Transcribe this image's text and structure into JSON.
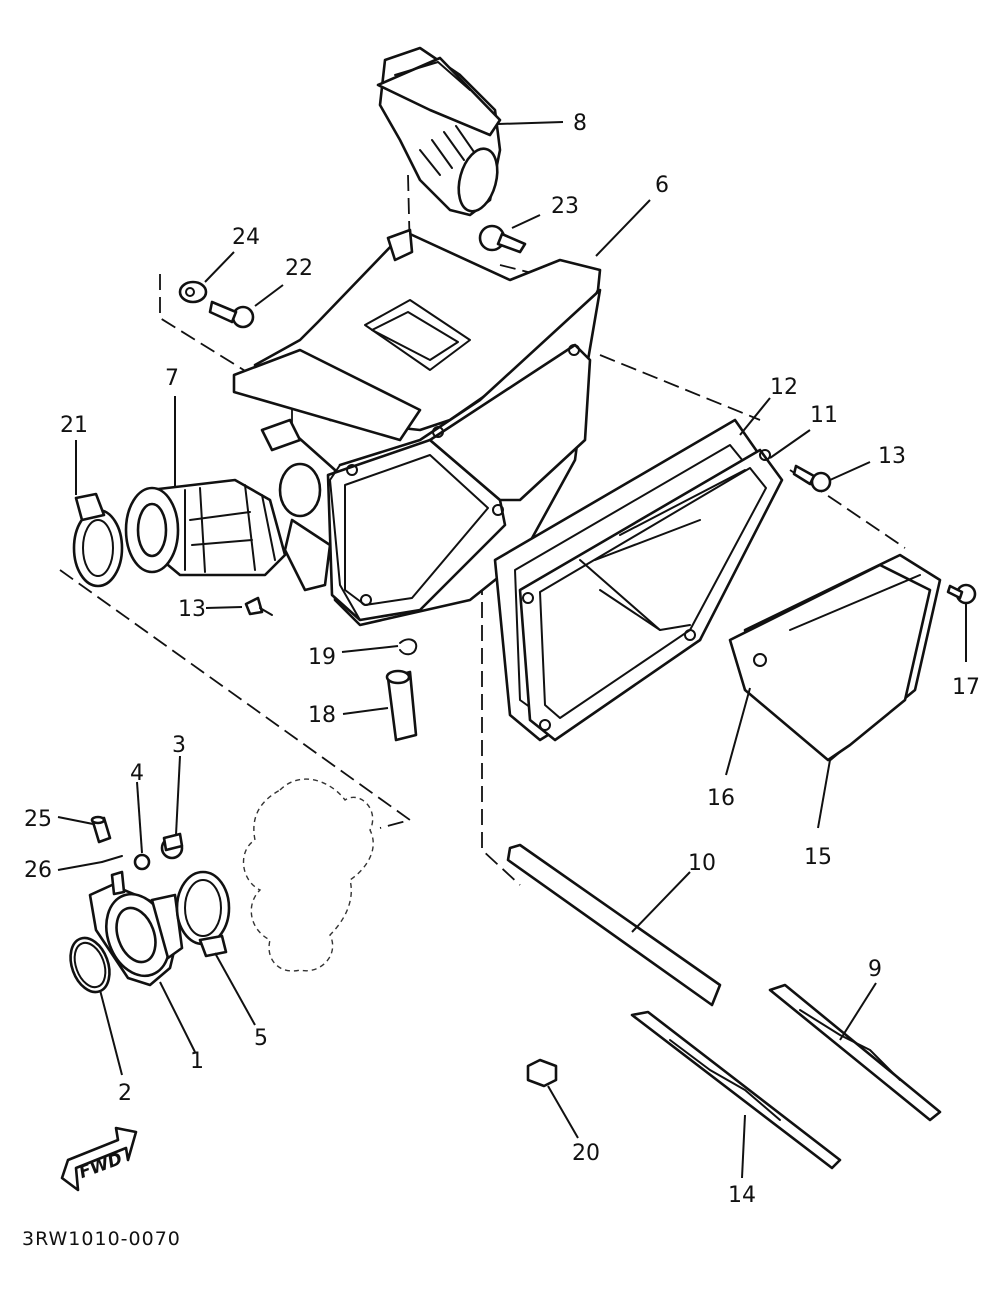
{
  "diagram": {
    "reference_code": "3RW1010-0070",
    "fwd_label": "FWD",
    "callouts": [
      "1",
      "2",
      "3",
      "4",
      "5",
      "6",
      "7",
      "8",
      "9",
      "10",
      "11",
      "12",
      "13",
      "13",
      "14",
      "15",
      "16",
      "17",
      "18",
      "19",
      "20",
      "21",
      "22",
      "23",
      "24",
      "25",
      "26"
    ]
  }
}
